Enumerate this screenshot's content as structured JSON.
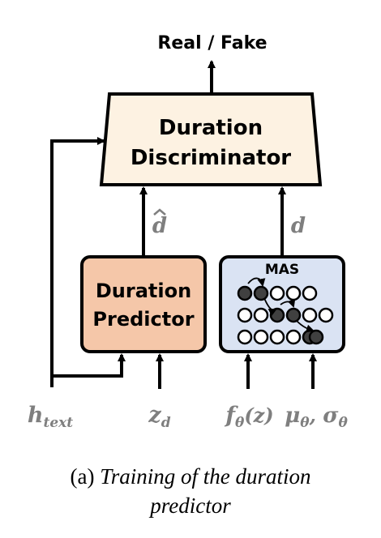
{
  "diagram": {
    "output_label": "Real / Fake",
    "discriminator": {
      "line1": "Duration",
      "line2": "Discriminator",
      "fill": "#fdf2e2"
    },
    "predictor": {
      "line1": "Duration",
      "line2": "Predictor",
      "fill": "#f5c7a9"
    },
    "mas": {
      "label": "MAS",
      "fill": "#dae3f3"
    },
    "edge_labels": {
      "d_hat": "d",
      "d": "d"
    },
    "inputs": {
      "h_text": {
        "base": "h",
        "sub": "text"
      },
      "z_d": {
        "base": "z",
        "sub": "d"
      },
      "f_theta": {
        "base": "f",
        "sub": "θ",
        "rest": "(z)"
      },
      "mu_sigma": {
        "mu": "μ",
        "mu_sub": "θ",
        "sep": ", ",
        "sigma": "σ",
        "sigma_sub": "θ"
      }
    },
    "colors": {
      "stroke": "#000000",
      "label_gray": "#7f7f7f",
      "dot_filled": "#404040"
    }
  },
  "caption": {
    "prefix": "(a) ",
    "italic_line1": "Training of the duration",
    "italic_line2": "predictor"
  }
}
